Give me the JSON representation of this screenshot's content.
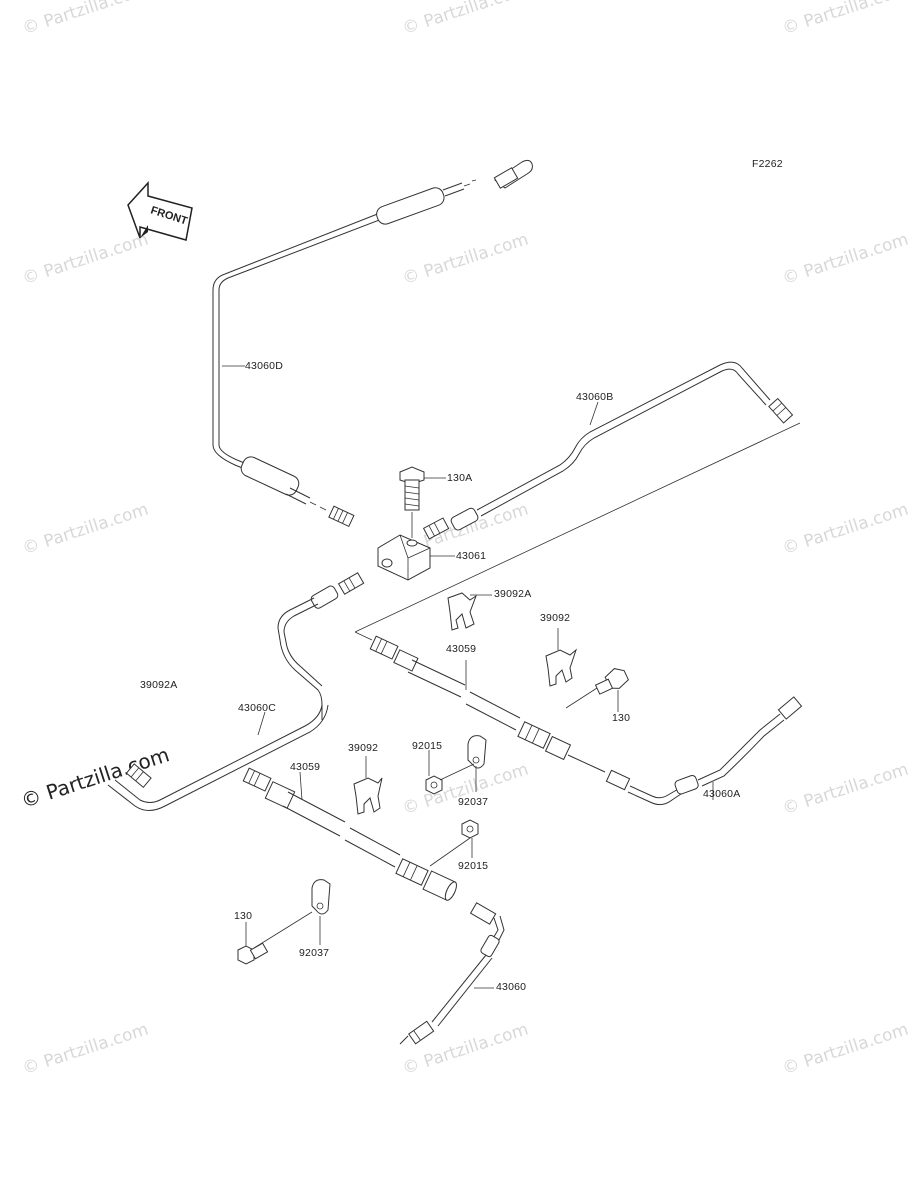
{
  "figure_code": "F2262",
  "front_badge": "FRONT",
  "watermark": {
    "text": "© Partzilla.com",
    "main_text": "© Partzilla.com"
  },
  "parts": {
    "p43060D": "43060D",
    "p43060B": "43060B",
    "p130A": "130A",
    "p43061": "43061",
    "p39092A_top": "39092A",
    "p39092_top": "39092",
    "p43059_top": "43059",
    "p39092A_left": "39092A",
    "p43060C": "43060C",
    "p130_right": "130",
    "p92015_top": "92015",
    "p92037_top": "92037",
    "p43060A": "43060A",
    "p39092_bottom": "39092",
    "p43059_bottom": "43059",
    "p92015_bottom": "92015",
    "p130_bottom": "130",
    "p92037_bottom": "92037",
    "p43060": "43060"
  }
}
